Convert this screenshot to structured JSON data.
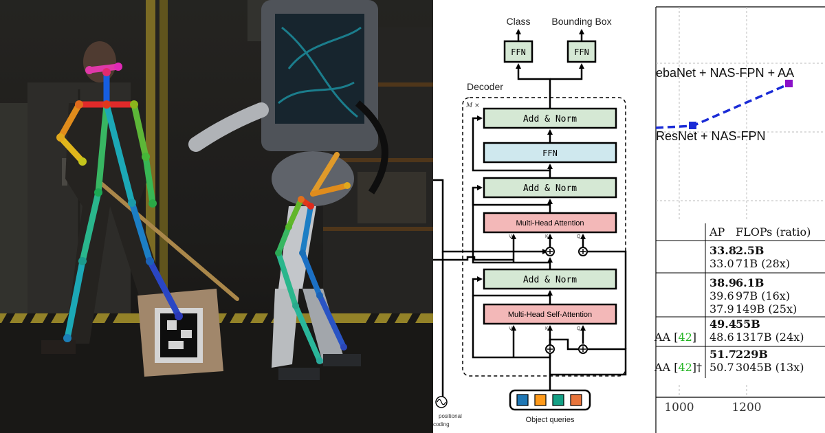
{
  "colors": {
    "diagram_green": "#d5e8d4",
    "diagram_blue": "#cfe8ee",
    "diagram_red": "#f3b8b8",
    "query_blue": "#1f77b4",
    "query_orange": "#ff9a1a",
    "query_teal": "#14a085",
    "query_red": "#e8743b",
    "plot_line": "#1a2bd6",
    "plot_marker": "#8a10c8",
    "ref_green": "#22b422"
  },
  "diagram": {
    "class_label": "Class",
    "bbox_label": "Bounding Box",
    "ffn_class": "FFN",
    "ffn_bbox": "FFN",
    "decoder_label": "Decoder",
    "repeat_label": "M ×",
    "add_norm_top": "Add & Norm",
    "ffn_mid": "FFN",
    "add_norm_mid": "Add & Norm",
    "mha_label": "Multi-Head Attention",
    "add_norm_bottom": "Add & Norm",
    "mhsa_label": "Multi-Head Self-Attention",
    "v1": "V",
    "k1": "K",
    "q1": "Q",
    "v2": "V",
    "k2": "K",
    "q2": "Q",
    "object_queries": "Object queries",
    "positional_line1": "positional",
    "positional_line2": "coding"
  },
  "plot": {
    "label_top": "ebaNet + NAS-FPN + AA",
    "label_bottom": "ResNet + NAS-FPN",
    "x_ticks": [
      "1000",
      "1200"
    ]
  },
  "table": {
    "headers": [
      "AP",
      "FLOPs (ratio)"
    ],
    "rows": [
      {
        "name": "",
        "ref": "",
        "dagger": "",
        "ap": "33.8",
        "flops": "2.5B",
        "bold": true
      },
      {
        "name": "",
        "ref": "",
        "dagger": "",
        "ap": "33.0",
        "flops": "71B (28x)",
        "bold": false
      },
      {
        "name": "",
        "ref": "",
        "dagger": "",
        "ap": "38.9",
        "flops": "6.1B",
        "bold": true
      },
      {
        "name": "",
        "ref": "",
        "dagger": "",
        "ap": "39.6",
        "flops": "97B (16x)",
        "bold": false
      },
      {
        "name": "",
        "ref": "",
        "dagger": "",
        "ap": "37.9",
        "flops": "149B (25x)",
        "bold": false
      },
      {
        "name": "",
        "ref": "",
        "dagger": "",
        "ap": "49.4",
        "flops": "55B",
        "bold": true
      },
      {
        "name": "AA [",
        "ref": "42",
        "dagger": "]",
        "ap": "48.6",
        "flops": "1317B (24x)",
        "bold": false
      },
      {
        "name": "",
        "ref": "",
        "dagger": "",
        "ap": "51.7",
        "flops": "229B",
        "bold": true
      },
      {
        "name": "AA [",
        "ref": "42",
        "dagger": "]†",
        "ap": "50.7",
        "flops": "3045B (13x)",
        "bold": false
      }
    ]
  }
}
